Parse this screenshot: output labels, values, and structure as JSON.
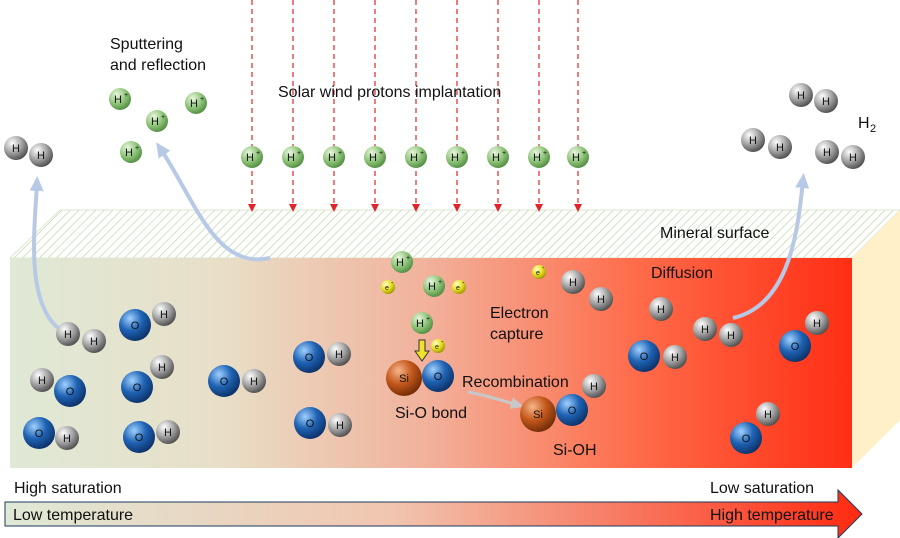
{
  "labels": {
    "sputtering_line1": "Sputtering",
    "sputtering_line2": "and reflection",
    "solar_wind": "Solar wind protons implantation",
    "h2_label": "H",
    "h2_sub": "2",
    "mineral_surface": "Mineral surface",
    "diffusion": "Diffusion",
    "electron_capture_line1": "Electron",
    "electron_capture_line2": "capture",
    "recombination": "Recombination",
    "si_o_bond": "Si-O bond",
    "si_oh": "Si-OH",
    "high_saturation": "High saturation",
    "low_saturation": "Low saturation",
    "low_temperature": "Low temperature",
    "high_temperature": "High temperature"
  },
  "atoms": {
    "hydrogen": "H",
    "proton": "H",
    "proton_charge": "+",
    "oxygen": "O",
    "silicon": "Si",
    "electron": "e",
    "electron_charge": "-"
  },
  "colors": {
    "proton_green": "#8fc57a",
    "hydrogen_gray": "#8c8c8c",
    "oxygen_blue": "#1f63b4",
    "silicon_orange": "#c4581c",
    "electron_yellow": "#e6e020",
    "proton_path_red": "#e0242a",
    "arrow_light_blue": "#b8c9e6",
    "slab_left": "#dfe9d6",
    "slab_right": "#ff3a1c",
    "down_arrow_yellow": "#f0e22a"
  }
}
